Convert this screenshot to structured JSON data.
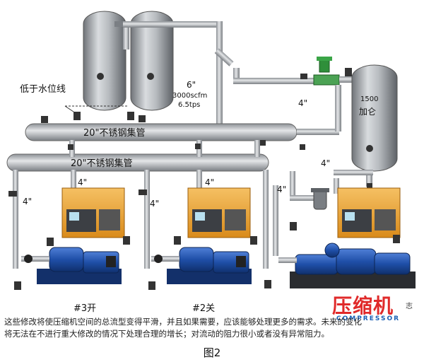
{
  "diagram": {
    "top_pipe_size": "6\"",
    "top_pipe_flow": "3000scfm",
    "top_pipe_pressure": "6.5tps",
    "water_level_label": "低于水位线",
    "tank_capacity_value": "1500",
    "tank_capacity_unit": "加仑",
    "header_upper_label": "20\"不锈钢集管",
    "header_lower_label": "20\"不锈钢集管",
    "pipe_4in_right_top": "4\"",
    "pipe_4in_tank_drop": "4\"",
    "pipe_4in_right_branch": "4\"",
    "pipe_4in_left_drop": "4\"",
    "pipe_4in_unit1": "4\"",
    "pipe_4in_unit2_left": "4\"",
    "pipe_4in_unit2": "4\"",
    "unit_left_label": "#3开",
    "unit_middle_label": "#2关"
  },
  "caption": {
    "line1": "这些修改将使压缩机空间的总流型变得平滑，并且如果需要，应该能够处理更多的需求。未来的变化",
    "line2": "将无法在不进行重大修改的情况下处理合理的增长；对流动的阻力很小或者没有异常阻力。"
  },
  "figure_label": "图2",
  "watermark": {
    "cn": "压缩机",
    "suffix": "志",
    "en": "COMPRESSOR"
  }
}
